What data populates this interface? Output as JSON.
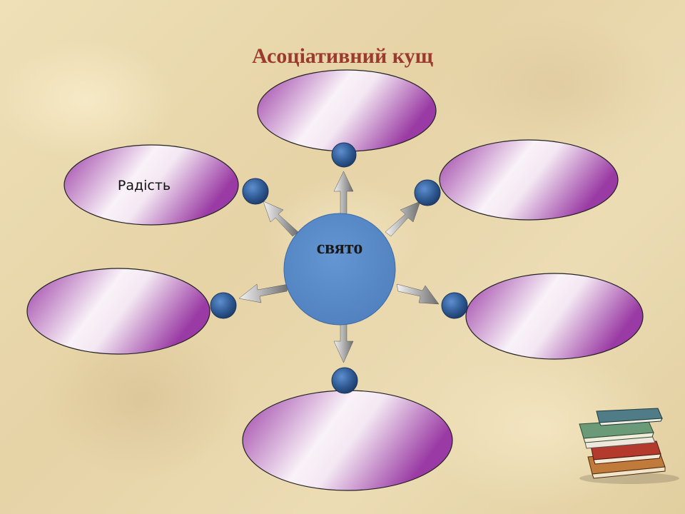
{
  "title": "Асоціативний кущ",
  "center": {
    "label": "свято"
  },
  "associations": [
    {
      "id": "top",
      "label": ""
    },
    {
      "id": "upper-left",
      "label": "Радість"
    },
    {
      "id": "upper-right",
      "label": ""
    },
    {
      "id": "lower-left",
      "label": ""
    },
    {
      "id": "lower-right",
      "label": ""
    },
    {
      "id": "bottom",
      "label": ""
    }
  ],
  "colors": {
    "title": "#9b3a2e",
    "center_fill": "#5a8ac6",
    "ellipse_dark": "#9b3aa5",
    "ellipse_light": "#fbf6fb",
    "node": "#2f5a93"
  },
  "decoration_icon": "book-stack-icon"
}
